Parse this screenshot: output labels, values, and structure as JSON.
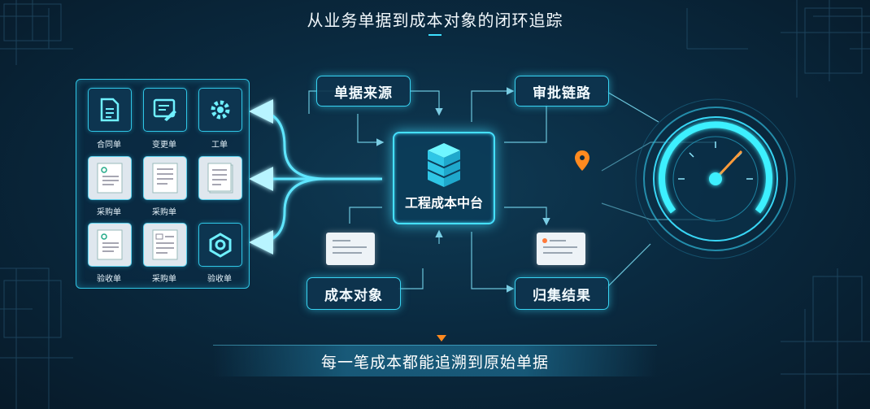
{
  "title": "从业务单据到成本对象的闭环追踪",
  "documents": [
    {
      "label": "合同单",
      "icon": "document-icon"
    },
    {
      "label": "变更单",
      "icon": "edit-icon"
    },
    {
      "label": "工单",
      "icon": "gear-icon"
    },
    {
      "label": "采购单",
      "icon": "paper-doc-icon"
    },
    {
      "label": "采购单",
      "icon": "paper-doc-icon"
    },
    {
      "label": "",
      "icon": "paper-doc-icon"
    },
    {
      "label": "验收单",
      "icon": "paper-doc-icon"
    },
    {
      "label": "采购单",
      "icon": "form-icon"
    },
    {
      "label": "验收单",
      "icon": "hexagon-icon"
    }
  ],
  "nodes": {
    "source": "单据来源",
    "approval": "审批链路",
    "hub": "工程成本中台",
    "cost_object": "成本对象",
    "result": "归集结果"
  },
  "footer": "每一笔成本都能追溯到原始单据",
  "colors": {
    "accent": "#3ee0ff",
    "marker": "#ff8a1f",
    "background": "#0a2a40"
  }
}
